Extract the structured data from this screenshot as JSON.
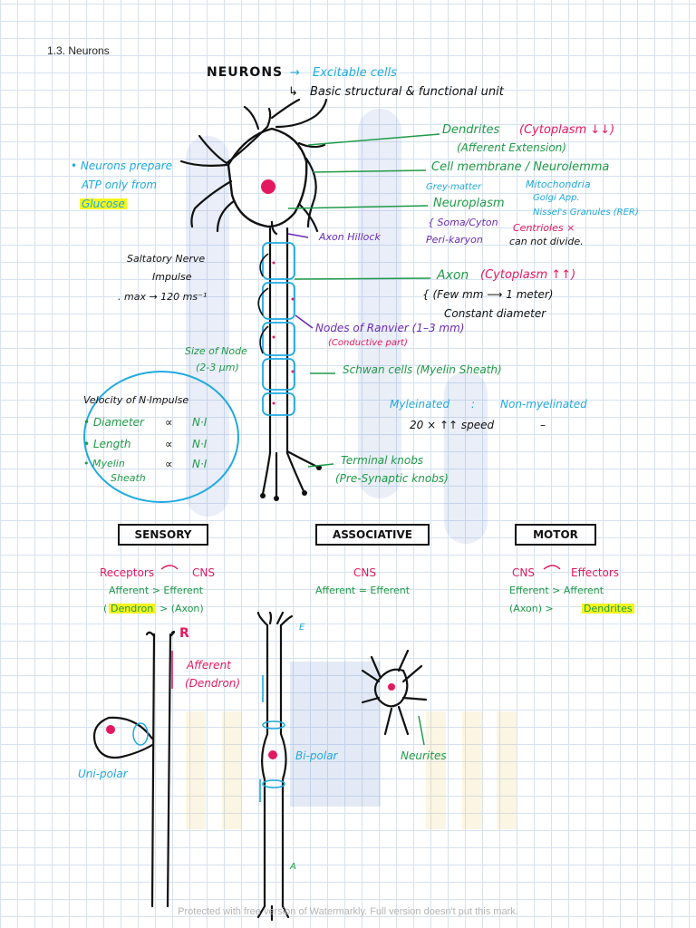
{
  "header": "1.3. Neurons",
  "title": "NEURONS",
  "defs": [
    "Excitable cells",
    "Basic structural & functional unit"
  ],
  "left_note": {
    "l1": "• Neurons prepare",
    "l2": "ATP only from",
    "l3": "Glucose"
  },
  "labels": {
    "dendrites": "Dendrites",
    "dendrites_cyto": "(Cytoplasm ↓↓)",
    "afferent_ext": "(Afferent Extension)",
    "cell_membrane": "Cell membrane / Neurolemma",
    "grey_matter": "Grey-matter",
    "mitochondria": "Mitochondria",
    "neuroplasm": "Neuroplasm",
    "golgi": "Golgi App.",
    "nissl": "Nissel's Granules (RER)",
    "soma": "{ Soma/Cyton",
    "centrioles": "Centrioles ×",
    "perikaryon": "Peri-karyon",
    "cannot_divide": "can not divide.",
    "axon_hillock": "Axon Hillock",
    "axon": "Axon",
    "axon_cyto": "(Cytoplasm ↑↑)",
    "few_mm": "{ (Few mm ⟶ 1 meter)",
    "constant_diameter": "Constant diameter",
    "nodes": "Nodes of Ranvier (1–3 mm)",
    "conductive": "(Conductive part)",
    "schwan": "Schwan cells (Myelin Sheath)",
    "myelinated": "Myleinated",
    "colon": ":",
    "non_myelinated": "Non-myelinated",
    "speed": "20 × ↑↑ speed",
    "dash": "–",
    "terminal": "Terminal knobs",
    "presynaptic": "(Pre-Synaptic knobs)",
    "saltatory1": "Saltatory Nerve",
    "saltatory2": "Impulse",
    "saltatory3": ". max → 120 ms⁻¹",
    "size_node1": "Size of Node",
    "size_node2": "(2-3 µm)"
  },
  "velocity": {
    "title": "Velocity of N·Impulse",
    "rows": [
      {
        "label": "• Diameter",
        "rel": "∝",
        "val": "N·I"
      },
      {
        "label": "• Length",
        "rel": "∝",
        "val": "N·I"
      },
      {
        "label": "• Myelin",
        "rel": "∝",
        "val": "N·I"
      }
    ],
    "sheath": "Sheath"
  },
  "types": {
    "sensory": {
      "title": "SENSORY",
      "l1a": "Receptors",
      "l1b": "CNS",
      "l2": "Afferent > Efferent",
      "l3a": "Dendron",
      "l3b": "> (Axon)"
    },
    "associative": {
      "title": "ASSOCIATIVE",
      "l1": "CNS",
      "l2": "Afferent ≃ Efferent"
    },
    "motor": {
      "title": "MOTOR",
      "l1a": "CNS",
      "l1b": "Effectors",
      "l2": "Efferent > Afferent",
      "l3a": "(Axon) >",
      "l3b": "Dendrites"
    }
  },
  "bottom": {
    "r_mark": "R",
    "afferent": "Afferent",
    "dendron": "(Dendron)",
    "unipolar": "Uni-polar",
    "bipolar": "Bi-polar",
    "neurites": "Neurites",
    "a_mark": "A",
    "e_mark": "E"
  },
  "watermark": "Protected with free version of Watermarkly. Full version doesn't put this mark.",
  "colors": {
    "green": "#1f9a48",
    "pink": "#e3195f",
    "cyan": "#1fa9e0",
    "purple": "#6a2bb5",
    "highlight": "#f4f51c"
  }
}
